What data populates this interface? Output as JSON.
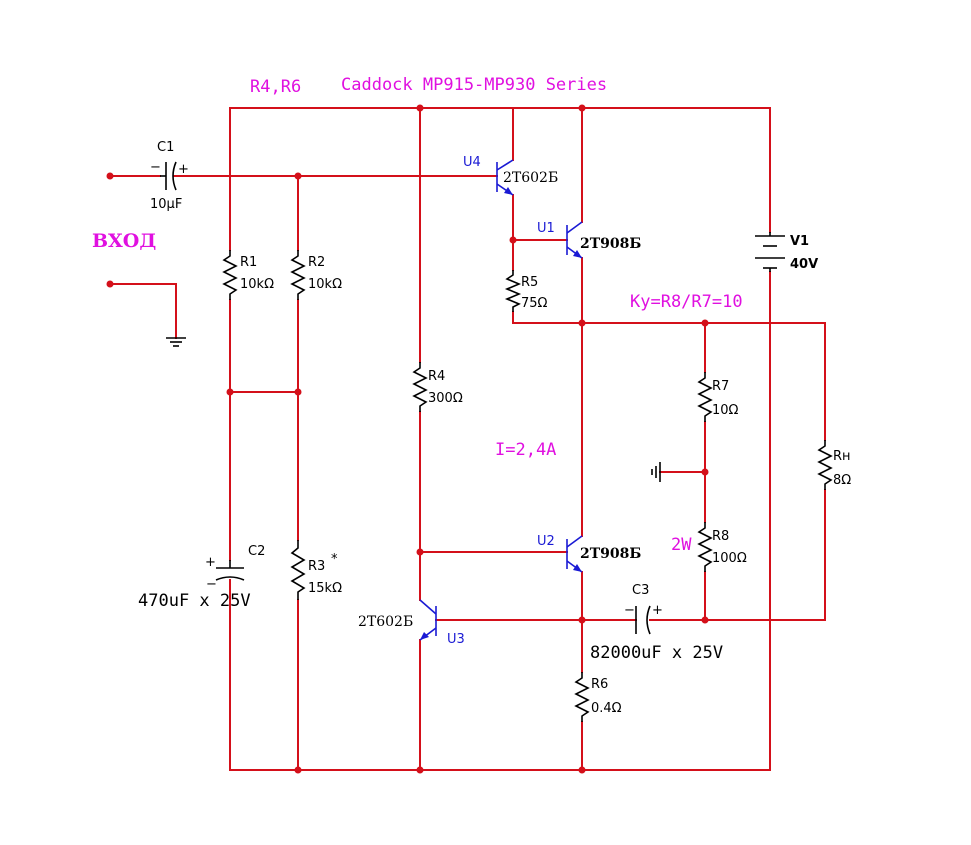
{
  "header": {
    "note_resistors": "R4,R6",
    "note_series": "Caddock MP915-MP930 Series"
  },
  "input_label": "ВХОД",
  "annotations": {
    "gain": "Ky=R8/R7=10",
    "current": "I=2,4A",
    "r8_power": "2W"
  },
  "components": {
    "C1": {
      "name": "C1",
      "value": "10µF"
    },
    "C2": {
      "name": "C2",
      "value": "470uF x 25V"
    },
    "C3": {
      "name": "C3",
      "value": "82000uF x 25V"
    },
    "R1": {
      "name": "R1",
      "value": "10kΩ"
    },
    "R2": {
      "name": "R2",
      "value": "10kΩ"
    },
    "R3": {
      "name": "R3",
      "star": "*",
      "value": "15kΩ"
    },
    "R4": {
      "name": "R4",
      "value": "300Ω"
    },
    "R5": {
      "name": "R5",
      "value": "75Ω"
    },
    "R6": {
      "name": "R6",
      "value": "0.4Ω"
    },
    "R7": {
      "name": "R7",
      "value": "10Ω"
    },
    "R8": {
      "name": "R8",
      "value": "100Ω"
    },
    "RH": {
      "name": "Rн",
      "value": "8Ω"
    },
    "U1": {
      "name": "U1",
      "part": "2T908Б"
    },
    "U2": {
      "name": "U2",
      "part": "2T908Б"
    },
    "U3": {
      "name": "U3",
      "part": "2T602Б"
    },
    "U4": {
      "name": "U4",
      "part": "2T602Б"
    },
    "V1": {
      "name": "V1",
      "value": "40V"
    }
  },
  "polarity": {
    "plus": "+",
    "minus": "−"
  },
  "colors": {
    "wire": "#d4101a",
    "annotation": "#e010e0",
    "transistor": "#1a1ad4"
  }
}
